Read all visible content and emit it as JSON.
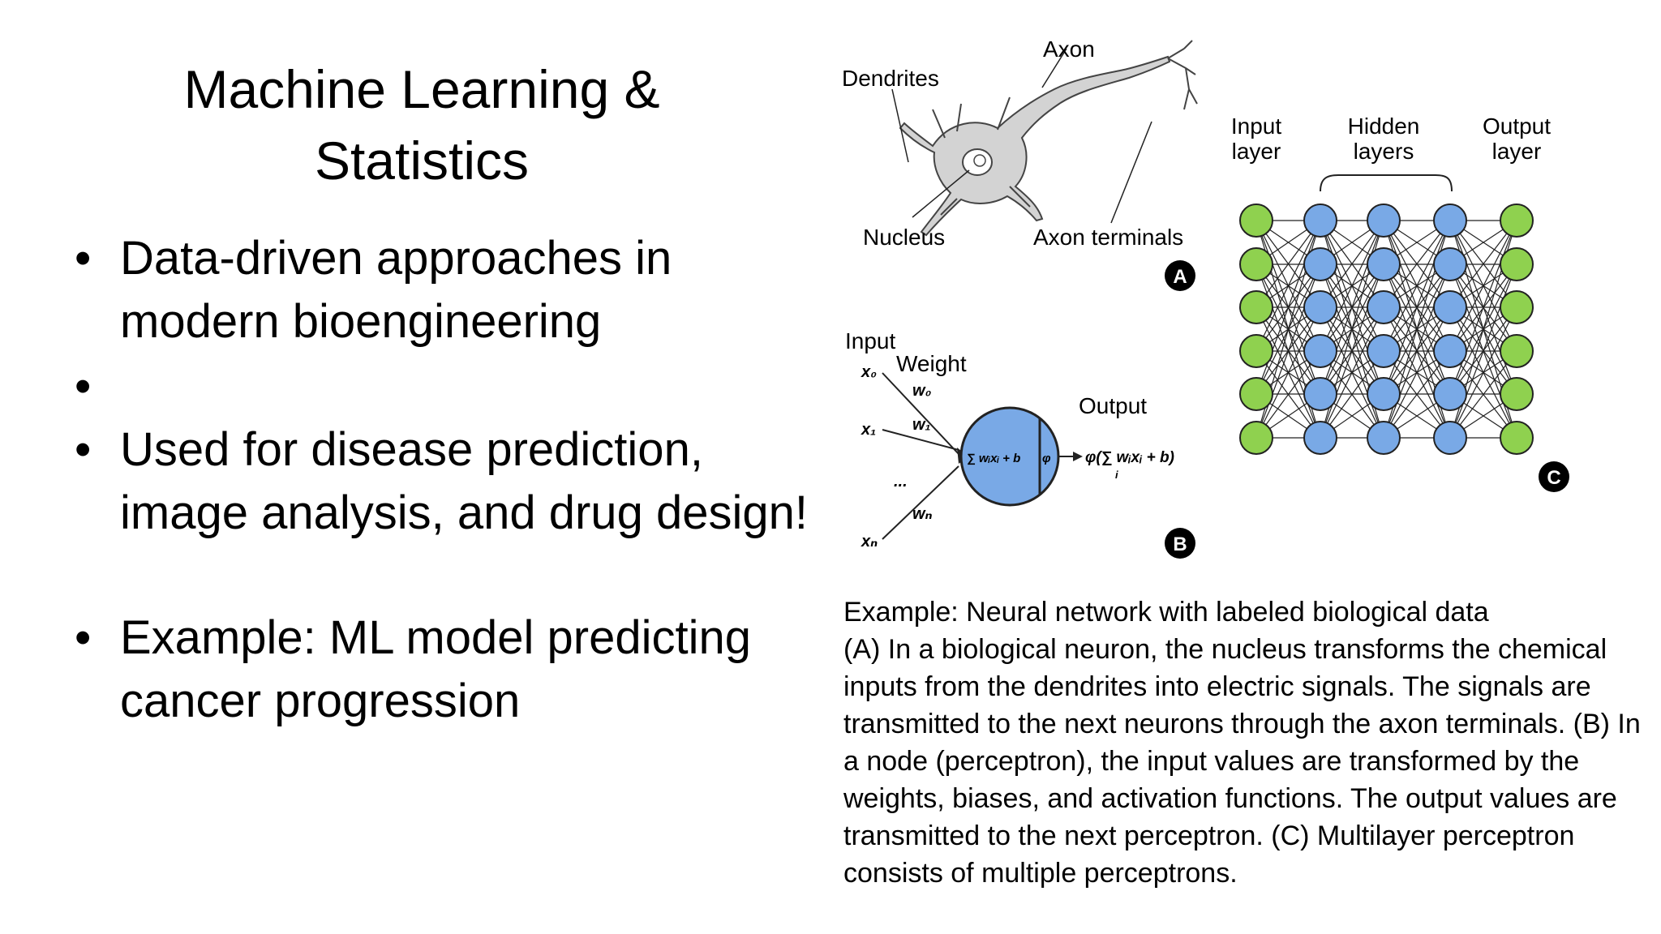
{
  "slide": {
    "title": "Machine Learning &\nStatistics",
    "bullets": [
      "Data-driven approaches in modern bioengineering",
      "",
      "Used for disease prediction, image analysis, and drug design!",
      "Example: ML model predicting cancer progression"
    ],
    "bullet_glyph": "•"
  },
  "figure": {
    "panel_a": {
      "labels": {
        "dendrites": "Dendrites",
        "axon": "Axon",
        "nucleus": "Nucleus",
        "axon_terminals": "Axon terminals"
      },
      "badge": "A"
    },
    "panel_b": {
      "labels": {
        "input": "Input",
        "weight": "Weight",
        "output": "Output",
        "x0": "x₀",
        "x1": "x₁",
        "dots": "...",
        "xn": "xₙ",
        "w0": "w₀",
        "w1": "w₁",
        "wn": "wₙ",
        "sum": "∑ wᵢxᵢ + b",
        "phi": "φ",
        "out_expr": "φ(∑ wᵢxᵢ + b)",
        "sub_i": "i"
      },
      "badge": "B"
    },
    "panel_c": {
      "labels": {
        "input_layer": "Input\nlayer",
        "hidden_layers": "Hidden\nlayers",
        "output_layer": "Output\nlayer"
      },
      "badge": "C",
      "layers": 5,
      "nodes_per_layer": 6,
      "colors": {
        "green": "#8fd14f",
        "blue": "#79a9e6",
        "stroke": "#222222"
      }
    }
  },
  "caption": "Example: Neural network with labeled biological data\n(A) In a biological neuron, the nucleus transforms the chemical inputs from the dendrites into electric signals. The signals are transmitted to the next neurons through the axon terminals. (B) In a node (perceptron), the input values are transformed by the weights, biases, and activation functions. The output values are transmitted to the next perceptron. (C) Multilayer perceptron consists of multiple perceptrons."
}
